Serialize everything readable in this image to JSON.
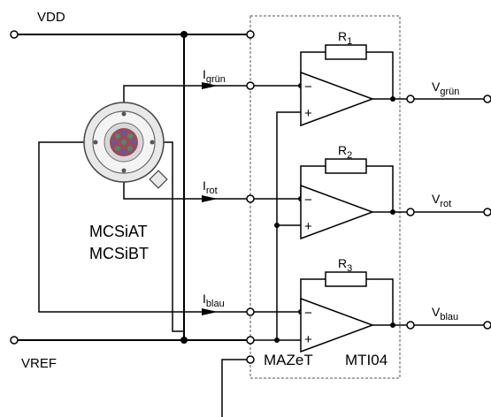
{
  "supply": {
    "vdd_label": "VDD",
    "vref_label": "VREF"
  },
  "inputs": {
    "gruen": {
      "label": "I",
      "sub": "grün"
    },
    "rot": {
      "label": "I",
      "sub": "rot"
    },
    "blau": {
      "label": "I",
      "sub": "blau"
    }
  },
  "resistors": [
    {
      "label": "R",
      "sub": "1"
    },
    {
      "label": "R",
      "sub": "2"
    },
    {
      "label": "R",
      "sub": "3"
    }
  ],
  "outputs": {
    "gruen": {
      "label": "V",
      "sub": "grün"
    },
    "rot": {
      "label": "V",
      "sub": "rot"
    },
    "blau": {
      "label": "V",
      "sub": "blau"
    }
  },
  "sensor": {
    "name_a": "MCSiAT",
    "name_b": "MCSiBT"
  },
  "chip": {
    "vendor": "MAZeT",
    "part": "MTI04"
  },
  "opamp_signs": {
    "minus": "−",
    "plus": "+"
  },
  "colors": {
    "ink": "#000000",
    "box_border": "#555555",
    "sensor_body": "#e8e8e8"
  }
}
